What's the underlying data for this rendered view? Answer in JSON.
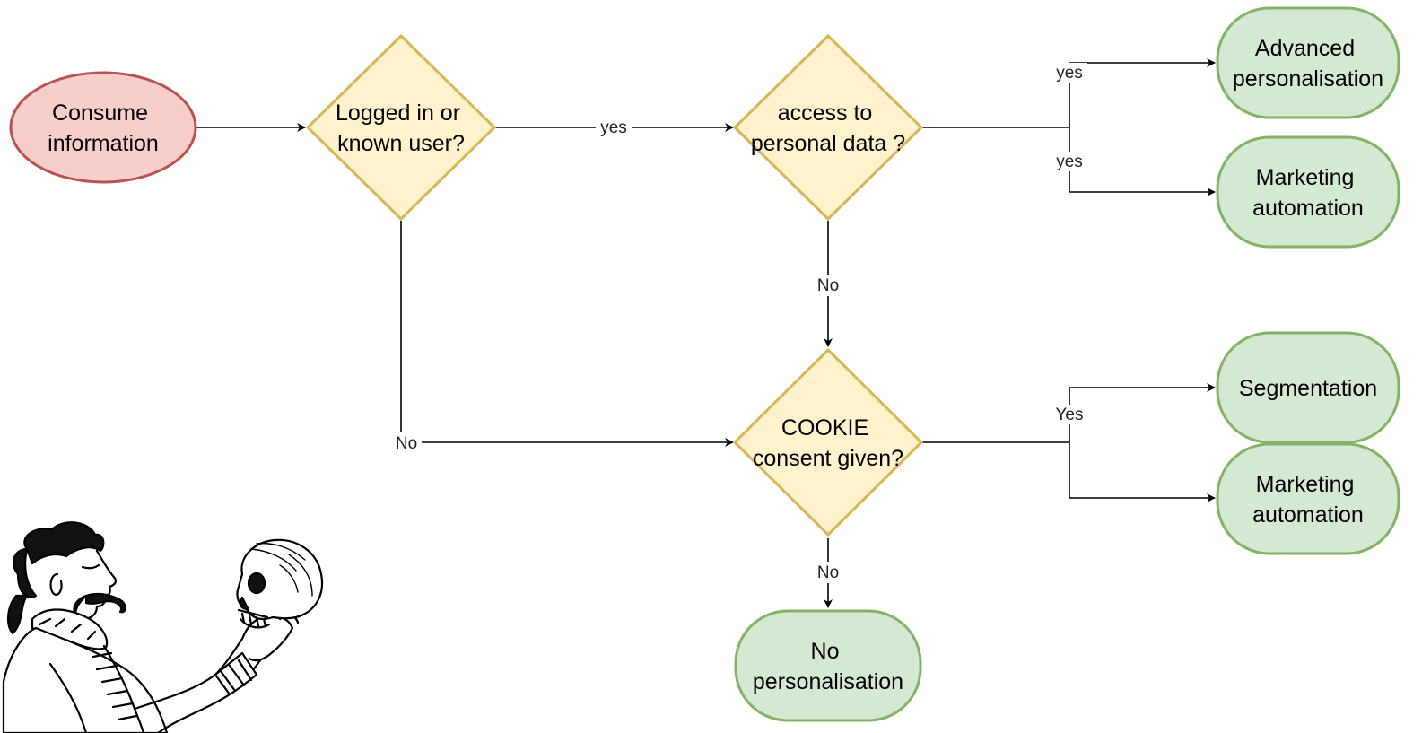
{
  "colors": {
    "start_fill": "#f8cecc",
    "start_stroke": "#b85450",
    "decision_fill": "#fff2cc",
    "decision_stroke": "#d6b656",
    "result_fill": "#d5e8d4",
    "result_stroke": "#82b366",
    "edge": "#000000"
  },
  "nodes": {
    "consume": {
      "line1": "Consume",
      "line2": "information"
    },
    "logged_in": {
      "line1": "Logged in or",
      "line2": "known user?"
    },
    "personal_data": {
      "line1": "access to",
      "line2": "personal data ?"
    },
    "cookie": {
      "line1": "COOKIE",
      "line2": "consent given?"
    },
    "advanced": {
      "line1": "Advanced",
      "line2": "personalisation"
    },
    "marketing_top": {
      "line1": "Marketing",
      "line2": "automation"
    },
    "segmentation": {
      "line1": "Segmentation"
    },
    "marketing_bottom": {
      "line1": "Marketing",
      "line2": "automation"
    },
    "no_personalisation": {
      "line1": "No",
      "line2": "personalisation"
    }
  },
  "edges": {
    "logged_yes": "yes",
    "logged_no": "No",
    "personal_no": "No",
    "personal_yes_advanced": "yes",
    "personal_yes_marketing": "yes",
    "cookie_yes": "Yes",
    "cookie_no": "No"
  },
  "illustration": {
    "icon": "hamlet-skull-icon"
  }
}
